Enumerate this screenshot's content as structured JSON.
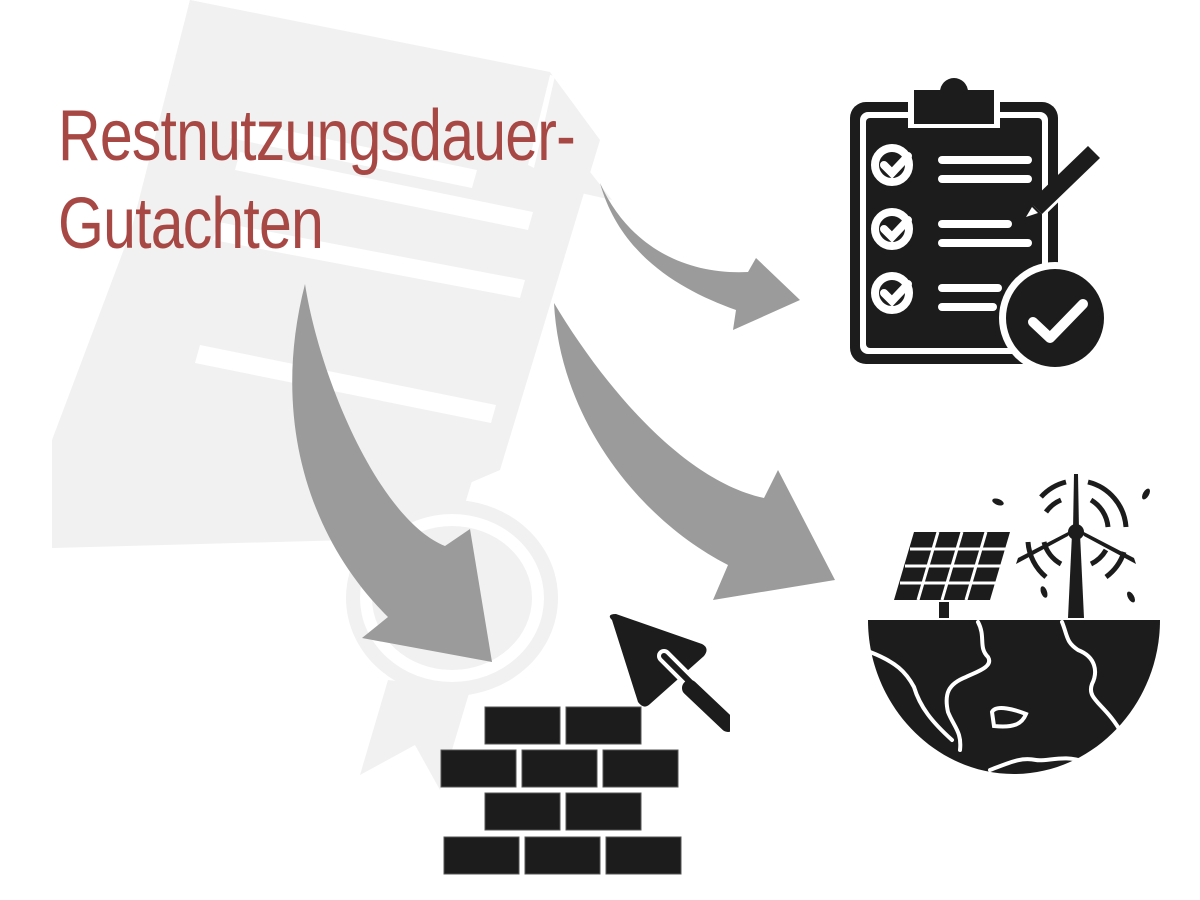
{
  "title": {
    "line1": "Restnutzungsdauer-",
    "line2": "Gutachten",
    "color": "#a84845"
  },
  "icons": [
    {
      "name": "clipboard-checklist-icon",
      "meaning": "checklist with approval check"
    },
    {
      "name": "renewable-energy-globe-icon",
      "meaning": "globe with solar panel and wind turbine"
    },
    {
      "name": "brick-wall-trowel-icon",
      "meaning": "brick wall with trowel"
    },
    {
      "name": "certificate-document-icon",
      "meaning": "background certificate document with seal"
    }
  ],
  "colors": {
    "background": "#ffffff",
    "document": "#f1f1f1",
    "arrow": "#9b9b9b",
    "icon": "#1c1c1c"
  }
}
